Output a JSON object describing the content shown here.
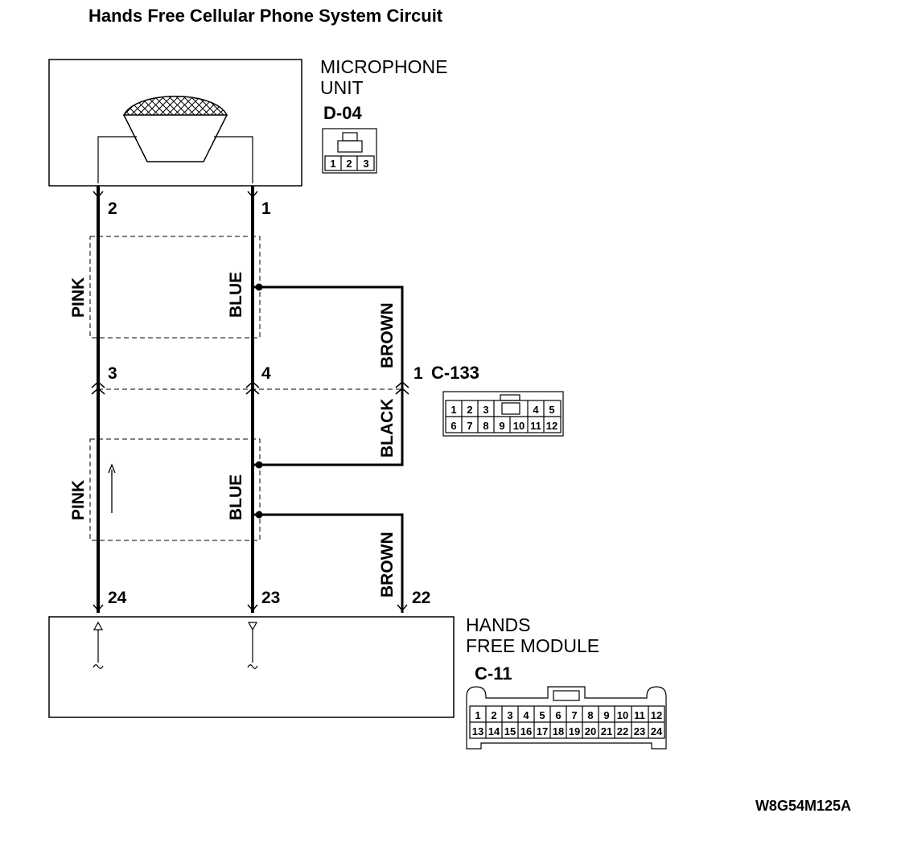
{
  "title": "Hands Free Cellular Phone System Circuit",
  "microphone": {
    "name_line1": "MICROPHONE",
    "name_line2": "UNIT",
    "connector_id": "D-04",
    "connector_pins": [
      "1",
      "2",
      "3"
    ],
    "pins": {
      "left": "2",
      "right": "1"
    }
  },
  "junction": {
    "pins": {
      "left": "3",
      "middle": "4",
      "right": "1"
    },
    "connector_id": "C-133",
    "pins_row1": [
      "1",
      "2",
      "3",
      "4",
      "5"
    ],
    "pins_row2": [
      "6",
      "7",
      "8",
      "9",
      "10",
      "11",
      "12"
    ]
  },
  "module": {
    "name_line1": "HANDS",
    "name_line2": "FREE MODULE",
    "connector_id": "C-11",
    "pins": {
      "left": "24",
      "middle": "23",
      "right": "22"
    },
    "pins_row1": [
      "1",
      "2",
      "3",
      "4",
      "5",
      "6",
      "7",
      "8",
      "9",
      "10",
      "11",
      "12"
    ],
    "pins_row2": [
      "13",
      "14",
      "15",
      "16",
      "17",
      "18",
      "19",
      "20",
      "21",
      "22",
      "23",
      "24"
    ]
  },
  "wires": {
    "pink_upper": "PINK",
    "blue_upper": "BLUE",
    "brown_upper": "BROWN",
    "black": "BLACK",
    "pink_lower": "PINK",
    "blue_lower": "BLUE",
    "brown_lower": "BROWN"
  },
  "diagram_code": "W8G54M125A"
}
